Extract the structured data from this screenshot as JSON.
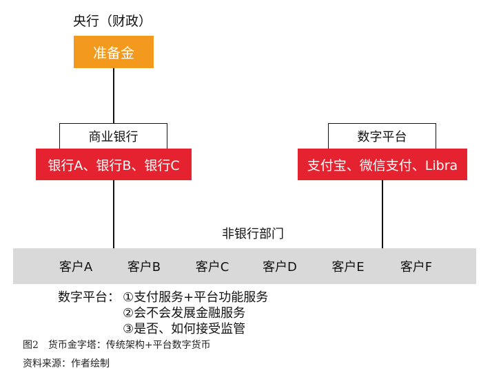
{
  "top": {
    "central_label": "央行（财政）",
    "reserve_label": "准备金"
  },
  "left_column": {
    "label": "商业银行",
    "banks": "银行A、银行B、银行C"
  },
  "right_column": {
    "label": "数字平台",
    "platforms": "支付宝、微信支付、Libra"
  },
  "nonbank": {
    "label": "非银行部门"
  },
  "clients": [
    "客户A",
    "客户B",
    "客户C",
    "客户D",
    "客户E",
    "客户F"
  ],
  "notes": {
    "prefix": "数字平台：",
    "items": [
      "①支付服务+平台功能服务",
      "②会不会发展金融服务",
      "③是否、如何接受监管"
    ]
  },
  "caption": "图2　货币金字塔：传统架构+平台数字货币",
  "source": "资料来源：作者绘制",
  "colors": {
    "reserve": "#f39a1e",
    "red_box": "#e52330",
    "client_bar": "#d9d9d9"
  }
}
